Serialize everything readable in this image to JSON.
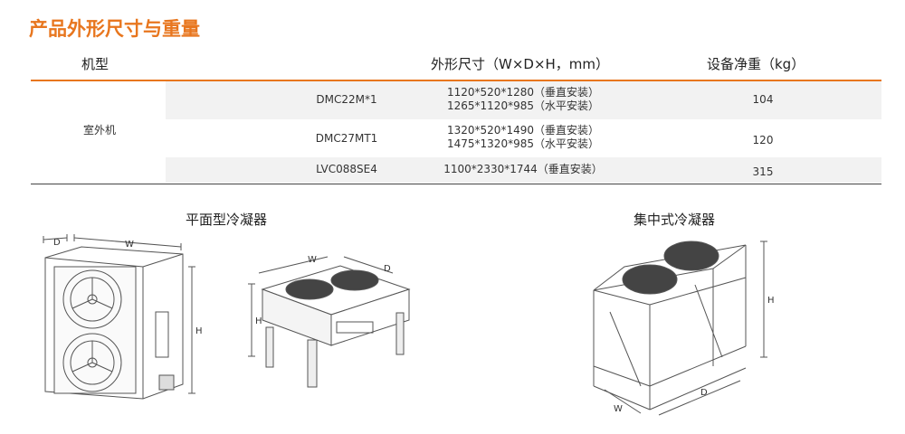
{
  "title": "产品外形尺寸与重量",
  "table": {
    "headers": {
      "model": "机型",
      "dimensions": "外形尺寸（W×D×H，mm）",
      "weight": "设备净重（kg）"
    },
    "category": "室外机",
    "rows": [
      {
        "model": "DMC22M*1",
        "dim_lines": [
          "1120*520*1280（垂直安装）",
          "1265*1120*985（水平安装）"
        ],
        "weight": "104"
      },
      {
        "model": "DMC27MT1",
        "dim_lines": [
          "1320*520*1490（垂直安装）",
          "1475*1320*985（水平安装）"
        ],
        "weight": "120"
      },
      {
        "model": "LVC088SE4",
        "dim_lines": [
          "1100*2330*1744（垂直安装）"
        ],
        "weight": "315"
      }
    ]
  },
  "sections": {
    "flat": "平面型冷凝器",
    "central": "集中式冷凝器"
  },
  "dim_labels": {
    "w": "W",
    "d": "D",
    "h": "H"
  },
  "colors": {
    "accent": "#e8761e",
    "band": "#f2f2f2"
  }
}
